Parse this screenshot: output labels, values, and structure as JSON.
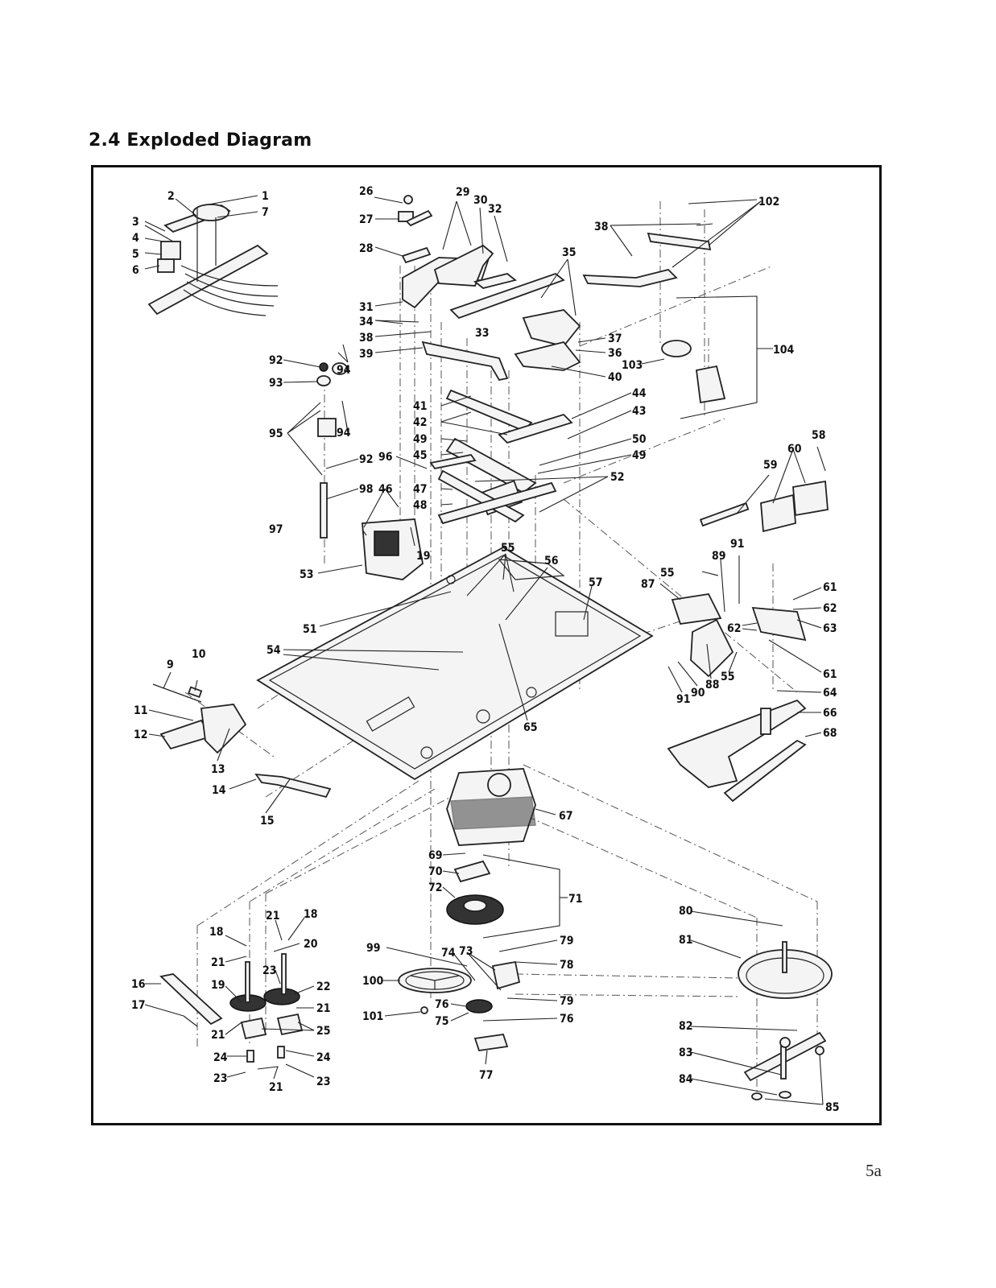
{
  "section_title": "2.4 Exploded Diagram",
  "page_number": "5a",
  "callouts": {
    "n1": "1",
    "n2": "2",
    "n3": "3",
    "n4": "4",
    "n5": "5",
    "n6": "6",
    "n7": "7",
    "n9": "9",
    "n10": "10",
    "n11": "11",
    "n12": "12",
    "n13": "13",
    "n14": "14",
    "n15": "15",
    "n16": "16",
    "n17": "17",
    "n18": "18",
    "n19": "19",
    "n20": "20",
    "n21": "21",
    "n22": "22",
    "n23": "23",
    "n24": "24",
    "n25": "25",
    "n26": "26",
    "n27": "27",
    "n28": "28",
    "n29": "29",
    "n30": "30",
    "n31": "31",
    "n32": "32",
    "n33": "33",
    "n34": "34",
    "n35": "35",
    "n36": "36",
    "n37": "37",
    "n38": "38",
    "n39": "39",
    "n40": "40",
    "n41": "41",
    "n42": "42",
    "n43": "43",
    "n44": "44",
    "n45": "45",
    "n46": "46",
    "n47": "47",
    "n48": "48",
    "n49": "49",
    "n50": "50",
    "n51": "51",
    "n52": "52",
    "n53": "53",
    "n54": "54",
    "n55": "55",
    "n56": "56",
    "n57": "57",
    "n58": "58",
    "n59": "59",
    "n60": "60",
    "n61": "61",
    "n62": "62",
    "n63": "63",
    "n64": "64",
    "n65": "65",
    "n66": "66",
    "n67": "67",
    "n68": "68",
    "n69": "69",
    "n70": "70",
    "n71": "71",
    "n72": "72",
    "n73": "73",
    "n74": "74",
    "n75": "75",
    "n76": "76",
    "n77": "77",
    "n78": "78",
    "n79": "79",
    "n80": "80",
    "n81": "81",
    "n82": "82",
    "n83": "83",
    "n84": "84",
    "n85": "85",
    "n87": "87",
    "n88": "88",
    "n89": "89",
    "n90": "90",
    "n91": "91",
    "n92": "92",
    "n93": "93",
    "n94": "94",
    "n95": "95",
    "n96": "96",
    "n97": "97",
    "n98": "98",
    "n99": "99",
    "n100": "100",
    "n101": "101",
    "n102": "102",
    "n103": "103",
    "n104": "104"
  }
}
